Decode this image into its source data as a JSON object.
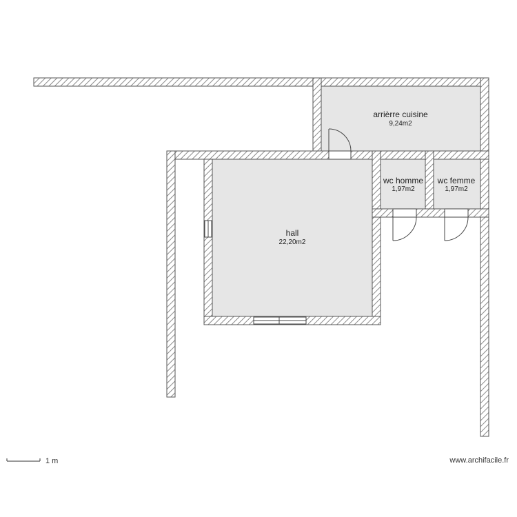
{
  "floor_plan": {
    "rooms": [
      {
        "id": "arriere-cuisine",
        "label": "arrièrre cuisine",
        "area": "9,24m2"
      },
      {
        "id": "hall",
        "label": "hall",
        "area": "22,20m2"
      },
      {
        "id": "wc-homme",
        "label": "wc homme",
        "area": "1,97m2"
      },
      {
        "id": "wc-femme",
        "label": "wc femme",
        "area": "1,97m2"
      }
    ]
  },
  "scale": {
    "label": "1 m"
  },
  "watermark": {
    "text": "www.archifacile.fr"
  },
  "colors": {
    "wall_stroke": "#555555",
    "hatch": "#8a8a8a",
    "room_fill": "#e6e6e6",
    "background": "#ffffff"
  }
}
